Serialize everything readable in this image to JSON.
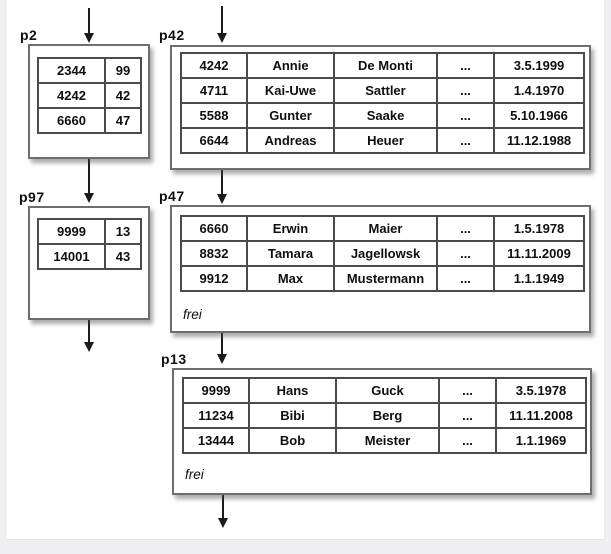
{
  "colors": {
    "page_background": "#ffffff",
    "margin_background": "#f0eff1",
    "box_border": "#6e6e6e",
    "table_border": "#4b4b4b",
    "arrow": "#1c1c1c",
    "text": "#0f0f0f"
  },
  "pages": {
    "p2": {
      "label": "p2",
      "rows": [
        [
          "2344",
          "99"
        ],
        [
          "4242",
          "42"
        ],
        [
          "6660",
          "47"
        ]
      ]
    },
    "p42": {
      "label": "p42",
      "rows": [
        [
          "4242",
          "Annie",
          "De Monti",
          "...",
          "3.5.1999"
        ],
        [
          "4711",
          "Kai-Uwe",
          "Sattler",
          "...",
          "1.4.1970"
        ],
        [
          "5588",
          "Gunter",
          "Saake",
          "...",
          "5.10.1966"
        ],
        [
          "6644",
          "Andreas",
          "Heuer",
          "...",
          "11.12.1988"
        ]
      ]
    },
    "p97": {
      "label": "p97",
      "rows": [
        [
          "9999",
          "13"
        ],
        [
          "14001",
          "43"
        ]
      ]
    },
    "p47": {
      "label": "p47",
      "rows": [
        [
          "6660",
          "Erwin",
          "Maier",
          "...",
          "1.5.1978"
        ],
        [
          "8832",
          "Tamara",
          "Jagellowsk",
          "...",
          "11.11.2009"
        ],
        [
          "9912",
          "Max",
          "Mustermann",
          "...",
          "1.1.1949"
        ]
      ],
      "free_label": "frei"
    },
    "p13": {
      "label": "p13",
      "rows": [
        [
          "9999",
          "Hans",
          "Guck",
          "...",
          "3.5.1978"
        ],
        [
          "11234",
          "Bibi",
          "Berg",
          "...",
          "11.11.2008"
        ],
        [
          "13444",
          "Bob",
          "Meister",
          "...",
          "1.1.1969"
        ]
      ],
      "free_label": "frei"
    }
  }
}
